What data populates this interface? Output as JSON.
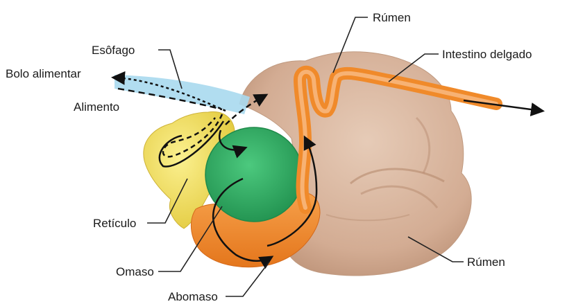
{
  "labels": {
    "rumen_top": "Rúmen",
    "intestino": "Intestino delgado",
    "esofago": "Esôfago",
    "bolo": "Bolo alimentar",
    "alimento": "Alimento",
    "reticulo": "Retículo",
    "omaso": "Omaso",
    "abomaso": "Abomaso",
    "rumen_bottom": "Rúmen"
  },
  "colors": {
    "rumen": "#d7b59f",
    "reticulo": "#f1e261",
    "omaso": "#35b469",
    "abomaso": "#f08a2a",
    "intestino": "#f39b45",
    "esofago": "#a9d9ee"
  }
}
